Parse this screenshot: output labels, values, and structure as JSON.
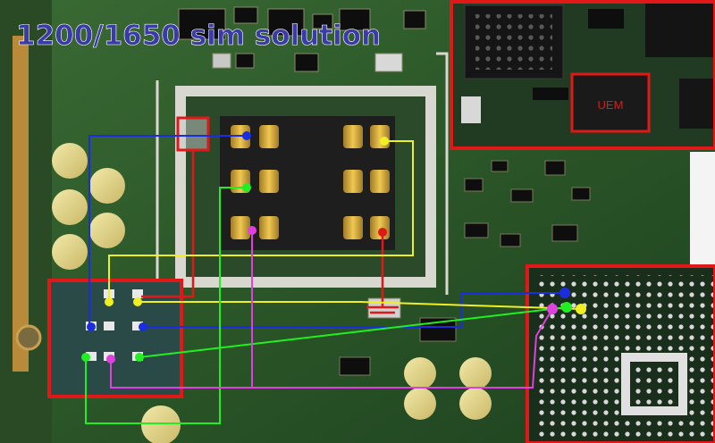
{
  "title": "1200/1650 sim solution",
  "inset": {
    "chip_label": "UEM"
  },
  "colors": {
    "board": "#2e5a2c",
    "board_dark": "#183a1a",
    "frame": "#b98a3a",
    "highlight": "#e01818",
    "title": "#3a3aa8",
    "wire_blue": "#1a2ee0",
    "wire_yellow": "#f0f020",
    "wire_green": "#20f020",
    "wire_magenta": "#e040e0",
    "wire_red": "#e01818"
  },
  "wires": [
    {
      "name": "blue",
      "color": "wire_blue"
    },
    {
      "name": "yellow",
      "color": "wire_yellow"
    },
    {
      "name": "green",
      "color": "wire_green"
    },
    {
      "name": "magenta",
      "color": "wire_magenta"
    },
    {
      "name": "red",
      "color": "wire_red"
    }
  ]
}
